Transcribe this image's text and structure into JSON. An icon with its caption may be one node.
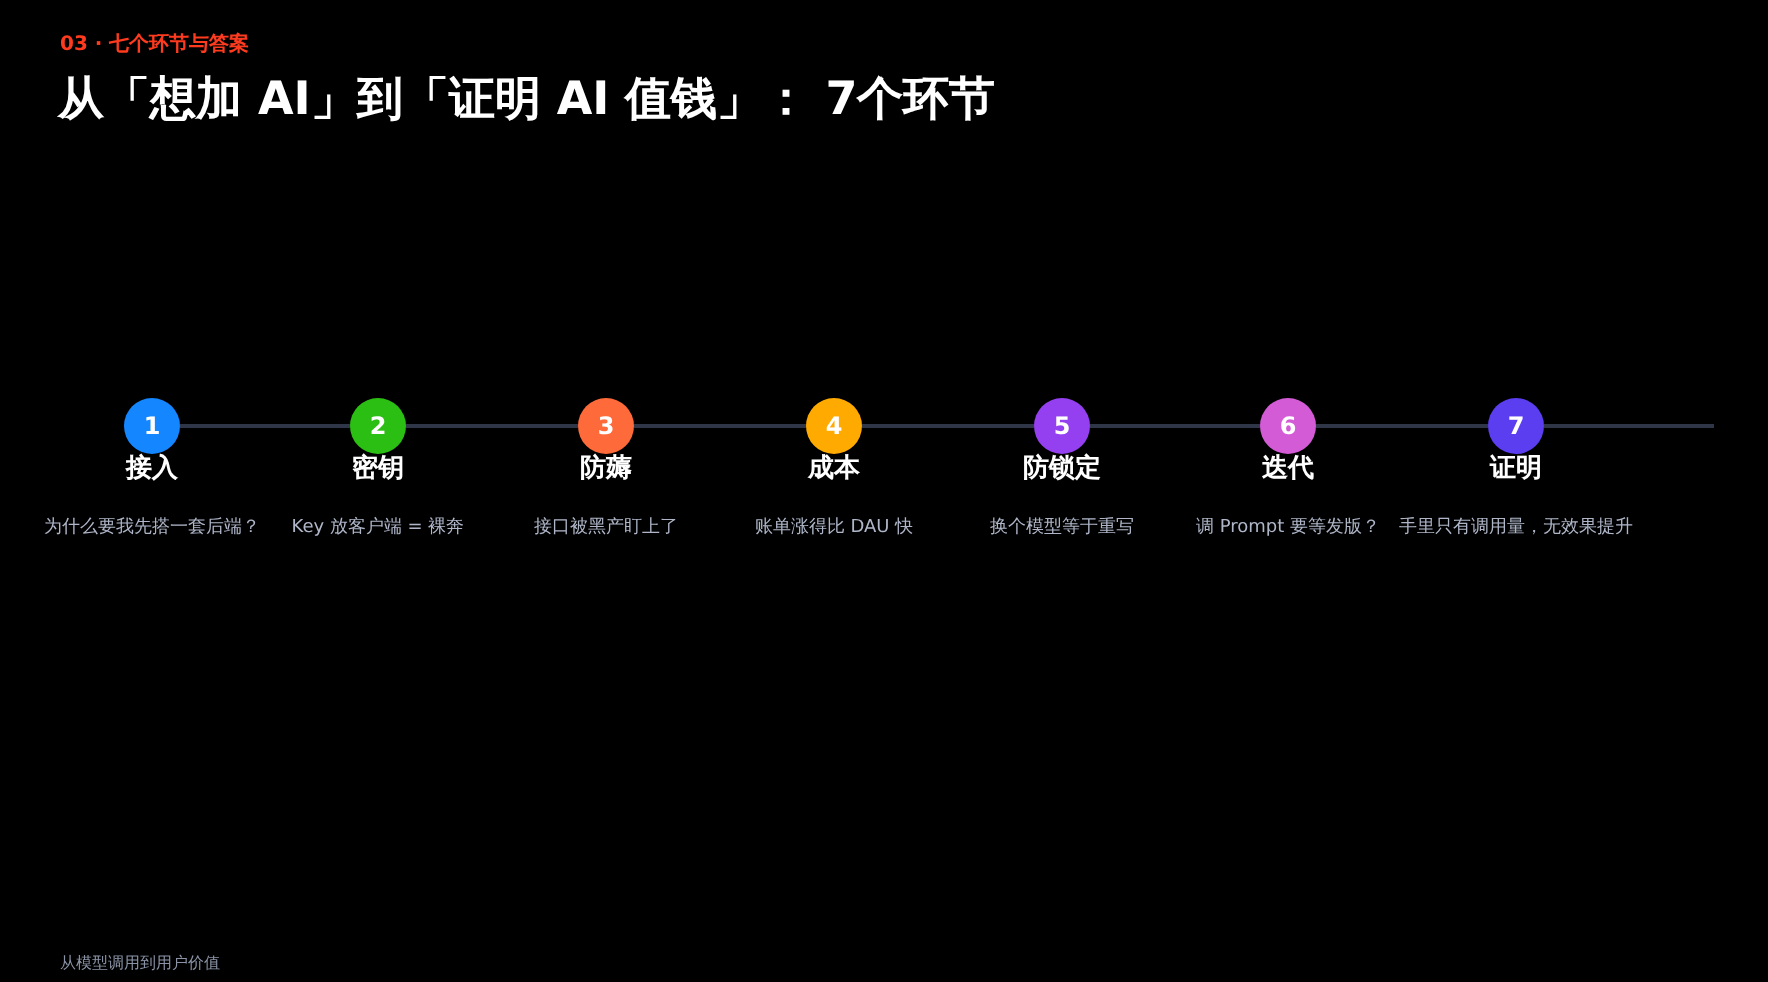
{
  "diagram": {
    "title": "从「想加 AI」到「证明 AI 值钱」： 7个环节",
    "nodes": [
      {
        "text": [
          "1"
        ],
        "beside": [
          "接入",
          "为什么要我先搭一套后端？"
        ]
      },
      {
        "text": [
          "2"
        ],
        "beside": [
          "密钥",
          "Key 放客户端 = 裸奔"
        ]
      },
      {
        "text": [
          "3"
        ],
        "beside": [
          "防薅",
          "接口被黑产盯上了"
        ]
      },
      {
        "text": [
          "4"
        ],
        "beside": [
          "成本",
          "账单涨得比 DAU 快"
        ]
      },
      {
        "text": [
          "5"
        ],
        "beside": [
          "防锁定",
          "换个模型等于重写"
        ]
      },
      {
        "text": [
          "6"
        ],
        "beside": [
          "迭代",
          "调 Prompt 要等发版？"
        ]
      },
      {
        "text": [
          "7"
        ],
        "beside": [
          "证明",
          "手里只有调用量，无效果提升"
        ]
      }
    ],
    "edges": [
      {
        "from": 0,
        "to": 1,
        "arrow": "none"
      },
      {
        "from": 1,
        "to": 2,
        "arrow": "none"
      },
      {
        "from": 2,
        "to": 3,
        "arrow": "none"
      },
      {
        "from": 3,
        "to": 4,
        "arrow": "none"
      },
      {
        "from": 4,
        "to": 5,
        "arrow": "none"
      },
      {
        "from": 5,
        "to": 6,
        "arrow": "none"
      },
      {
        "from": 6,
        "to": null,
        "arrow": "none"
      }
    ],
    "labels": [
      "03 · 七个环节与答案",
      "从模型调用到用户价值"
    ]
  }
}
